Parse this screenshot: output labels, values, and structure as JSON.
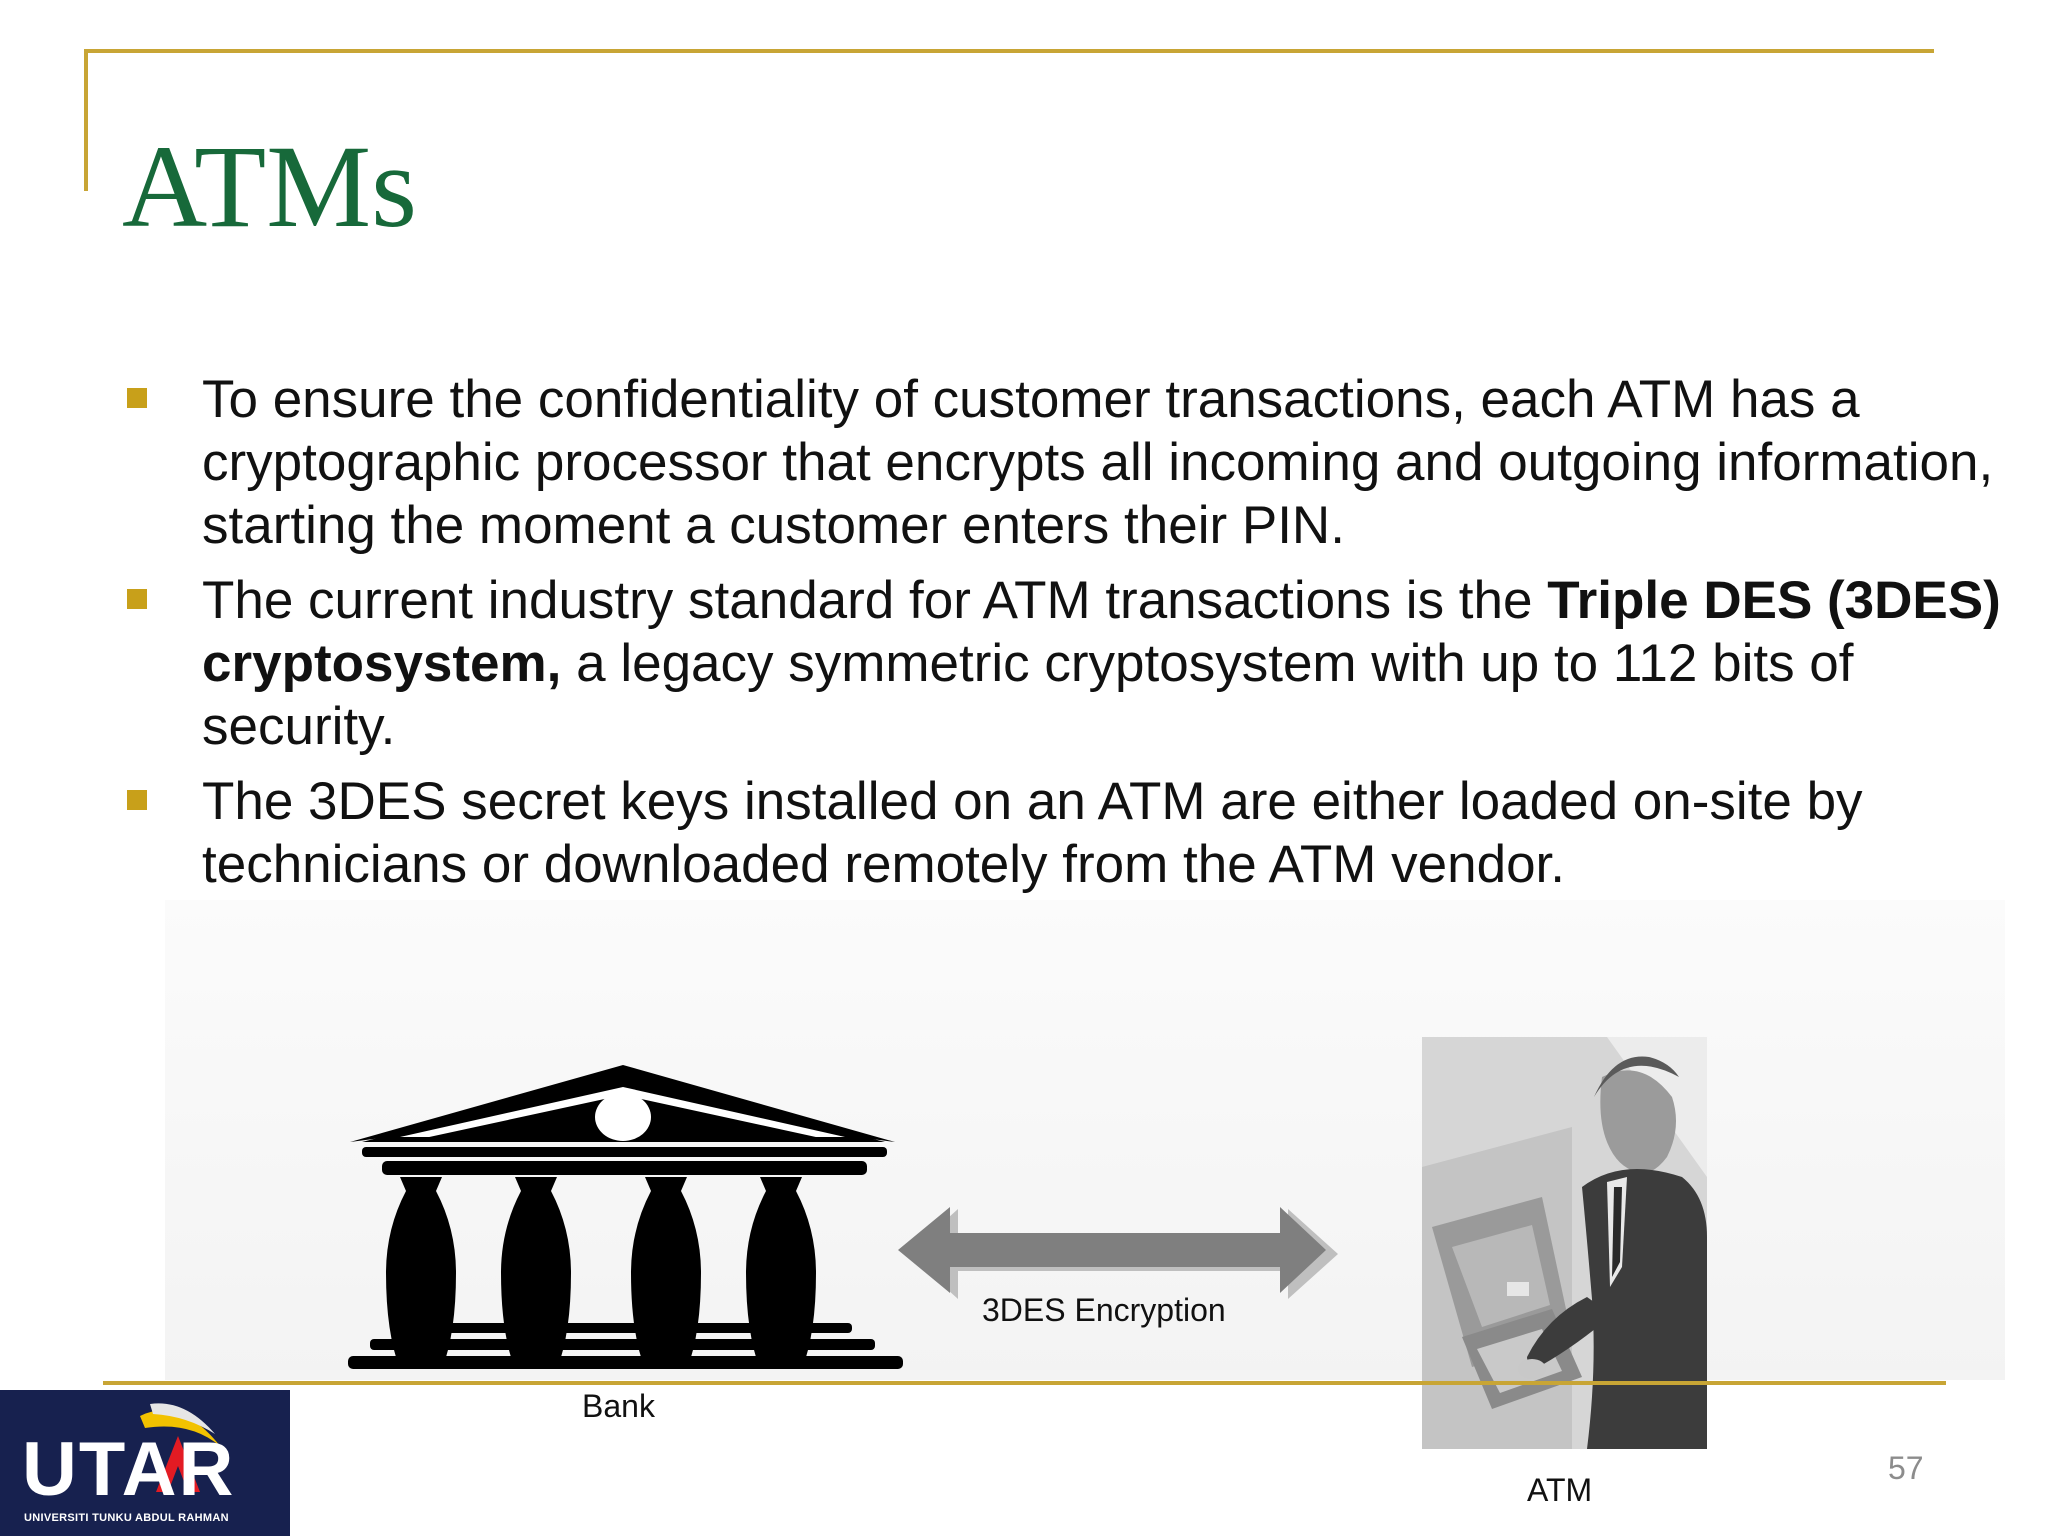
{
  "slide": {
    "title": "ATMs",
    "page_number": "57"
  },
  "bullets": [
    {
      "text": "To ensure the confidentiality of customer transactions, each ATM has a cryptographic processor that encrypts all incoming and outgoing information, starting the moment a customer enters their PIN."
    },
    {
      "pre": "The current industry standard for ATM transactions is the ",
      "bold": "Triple DES (3DES) cryptosystem,",
      "post": " a legacy symmetric cryptosystem with up to 112 bits of security."
    },
    {
      "text": "The 3DES secret keys installed on an ATM are either loaded on-site by technicians or downloaded remotely from the ATM vendor."
    }
  ],
  "diagram": {
    "bank_label": "Bank",
    "arrow_label": "3DES Encryption",
    "atm_label": "ATM",
    "bank_icon": "bank-building-icon",
    "arrow_icon": "double-arrow-icon",
    "atm_icon": "person-at-atm-illustration"
  },
  "logo": {
    "wordmark": "UTAR",
    "subtitle": "UNIVERSITI TUNKU ABDUL RAHMAN"
  },
  "colors": {
    "title": "#17693a",
    "frame": "#c8a535",
    "bullet_marker": "#c8a01a",
    "logo_bg": "#17214f",
    "logo_accent": "#e31b23"
  }
}
